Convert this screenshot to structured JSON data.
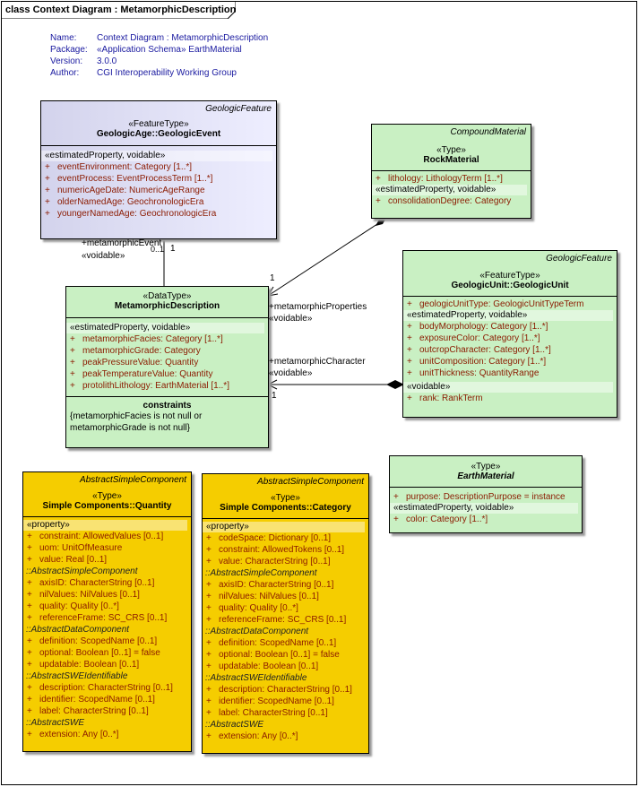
{
  "frame_title": "class Context Diagram : MetamorphicDescription",
  "meta": [
    {
      "k": "Name:",
      "v": "Context Diagram : MetamorphicDescription"
    },
    {
      "k": "Package:",
      "v": "«Application Schema» EarthMaterial"
    },
    {
      "k": "Version:",
      "v": "3.0.0"
    },
    {
      "k": "Author:",
      "v": "CGI Interoperability Working Group"
    }
  ],
  "colors": {
    "purple_class": "#e6e6f8",
    "green_class": "#c9f0c3",
    "gold_class": "#f5cd00",
    "attr_text": "#8b1a00",
    "meta_text": "#1a1aa0"
  },
  "geologic_event": {
    "parent": "GeologicFeature",
    "stereotype": "«FeatureType»",
    "name": "GeologicAge::GeologicEvent",
    "section": "«estimatedProperty, voidable»",
    "attrs": [
      {
        "p": "+",
        "t": "eventEnvironment:  Category [1..*]"
      },
      {
        "p": "+",
        "t": "eventProcess:  EventProcessTerm [1..*]"
      },
      {
        "p": "+",
        "t": "numericAgeDate:  NumericAgeRange"
      },
      {
        "p": "+",
        "t": "olderNamedAge:  GeochronologicEra"
      },
      {
        "p": "+",
        "t": "youngerNamedAge:  GeochronologicEra"
      }
    ]
  },
  "rock_material": {
    "parent": "CompoundMaterial",
    "stereotype": "«Type»",
    "name": "RockMaterial",
    "attrs1": [
      {
        "p": "+",
        "t": "lithology:  LithologyTerm [1..*]"
      }
    ],
    "section": "«estimatedProperty, voidable»",
    "attrs2": [
      {
        "p": "+",
        "t": "consolidationDegree:  Category"
      }
    ]
  },
  "metamorphic_description": {
    "stereotype": "«DataType»",
    "name": "MetamorphicDescription",
    "section": "«estimatedProperty, voidable»",
    "attrs": [
      {
        "p": "+",
        "t": "metamorphicFacies:  Category [1..*]"
      },
      {
        "p": "+",
        "t": "metamorphicGrade:  Category"
      },
      {
        "p": "+",
        "t": "peakPressureValue:  Quantity"
      },
      {
        "p": "+",
        "t": "peakTemperatureValue:  Quantity"
      },
      {
        "p": "+",
        "t": "protolithLithology:  EarthMaterial [1..*]"
      }
    ],
    "constraints_title": "constraints",
    "constraints": [
      "{metamorphicFacies is not null or",
      "metamorphicGrade is not null}"
    ]
  },
  "geologic_unit": {
    "parent": "GeologicFeature",
    "stereotype": "«FeatureType»",
    "name": "GeologicUnit::GeologicUnit",
    "attrs1": [
      {
        "p": "+",
        "t": "geologicUnitType:  GeologicUnitTypeTerm"
      }
    ],
    "section": "«estimatedProperty, voidable»",
    "attrs2": [
      {
        "p": "+",
        "t": "bodyMorphology:  Category [1..*]"
      },
      {
        "p": "+",
        "t": "exposureColor:  Category [1..*]"
      },
      {
        "p": "+",
        "t": "outcropCharacter:  Category [1..*]"
      },
      {
        "p": "+",
        "t": "unitComposition:  Category [1..*]"
      },
      {
        "p": "+",
        "t": "unitThickness:  QuantityRange"
      }
    ],
    "section2": "«voidable»",
    "attrs3": [
      {
        "p": "+",
        "t": "rank:  RankTerm"
      }
    ]
  },
  "earth_material": {
    "stereotype": "«Type»",
    "name": "EarthMaterial",
    "attrs1": [
      {
        "p": "+",
        "t": "purpose:  DescriptionPurpose = instance"
      }
    ],
    "section": "«estimatedProperty, voidable»",
    "attrs2": [
      {
        "p": "+",
        "t": "color:  Category [1..*]"
      }
    ]
  },
  "quantity": {
    "parent": "AbstractSimpleComponent",
    "stereotype": "«Type»",
    "name": "Simple Components::Quantity",
    "rows": [
      {
        "kind": "band",
        "t": "«property»"
      },
      {
        "kind": "attr",
        "p": "+",
        "t": "constraint:  AllowedValues [0..1]"
      },
      {
        "kind": "attr",
        "p": "+",
        "t": "uom:  UnitOfMeasure"
      },
      {
        "kind": "attr",
        "p": "+",
        "t": "value:  Real [0..1]"
      },
      {
        "kind": "hdr",
        "t": "::AbstractSimpleComponent"
      },
      {
        "kind": "attr",
        "p": "+",
        "t": "axisID:  CharacterString [0..1]"
      },
      {
        "kind": "attr",
        "p": "+",
        "t": "nilValues:  NilValues [0..1]"
      },
      {
        "kind": "attr",
        "p": "+",
        "t": "quality:  Quality [0..*]"
      },
      {
        "kind": "attr",
        "p": "+",
        "t": "referenceFrame:  SC_CRS [0..1]"
      },
      {
        "kind": "hdr",
        "t": "::AbstractDataComponent"
      },
      {
        "kind": "attr",
        "p": "+",
        "t": "definition:  ScopedName [0..1]"
      },
      {
        "kind": "attr",
        "p": "+",
        "t": "optional:  Boolean [0..1] = false"
      },
      {
        "kind": "attr",
        "p": "+",
        "t": "updatable:  Boolean [0..1]"
      },
      {
        "kind": "hdr",
        "t": "::AbstractSWEIdentifiable"
      },
      {
        "kind": "attr",
        "p": "+",
        "t": "description:  CharacterString [0..1]"
      },
      {
        "kind": "attr",
        "p": "+",
        "t": "identifier:  ScopedName [0..1]"
      },
      {
        "kind": "attr",
        "p": "+",
        "t": "label:  CharacterString [0..1]"
      },
      {
        "kind": "hdr",
        "t": "::AbstractSWE"
      },
      {
        "kind": "attr",
        "p": "+",
        "t": "extension:  Any [0..*]"
      }
    ]
  },
  "category": {
    "parent": "AbstractSimpleComponent",
    "stereotype": "«Type»",
    "name": "Simple Components::Category",
    "rows": [
      {
        "kind": "band",
        "t": "«property»"
      },
      {
        "kind": "attr",
        "p": "+",
        "t": "codeSpace:  Dictionary [0..1]"
      },
      {
        "kind": "attr",
        "p": "+",
        "t": "constraint:  AllowedTokens [0..1]"
      },
      {
        "kind": "attr",
        "p": "+",
        "t": "value:  CharacterString [0..1]"
      },
      {
        "kind": "hdr",
        "t": "::AbstractSimpleComponent"
      },
      {
        "kind": "attr",
        "p": "+",
        "t": "axisID:  CharacterString [0..1]"
      },
      {
        "kind": "attr",
        "p": "+",
        "t": "nilValues:  NilValues [0..1]"
      },
      {
        "kind": "attr",
        "p": "+",
        "t": "quality:  Quality [0..*]"
      },
      {
        "kind": "attr",
        "p": "+",
        "t": "referenceFrame:  SC_CRS [0..1]"
      },
      {
        "kind": "hdr",
        "t": "::AbstractDataComponent"
      },
      {
        "kind": "attr",
        "p": "+",
        "t": "definition:  ScopedName [0..1]"
      },
      {
        "kind": "attr",
        "p": "+",
        "t": "optional:  Boolean [0..1] = false"
      },
      {
        "kind": "attr",
        "p": "+",
        "t": "updatable:  Boolean [0..1]"
      },
      {
        "kind": "hdr",
        "t": "::AbstractSWEIdentifiable"
      },
      {
        "kind": "attr",
        "p": "+",
        "t": "description:  CharacterString [0..1]"
      },
      {
        "kind": "attr",
        "p": "+",
        "t": "identifier:  ScopedName [0..1]"
      },
      {
        "kind": "attr",
        "p": "+",
        "t": "label:  CharacterString [0..1]"
      },
      {
        "kind": "hdr",
        "t": "::AbstractSWE"
      },
      {
        "kind": "attr",
        "p": "+",
        "t": "extension:  Any [0..*]"
      }
    ]
  },
  "links": {
    "event_role": "+metamorphicEvent",
    "event_voidable": "«voidable»",
    "event_mult_a": "0..1",
    "event_mult_b": "1",
    "props_role": "+metamorphicProperties",
    "props_voidable": "«voidable»",
    "props_mult": "1",
    "char_role": "+metamorphicCharacter",
    "char_voidable": "«voidable»",
    "char_mult": "1"
  }
}
